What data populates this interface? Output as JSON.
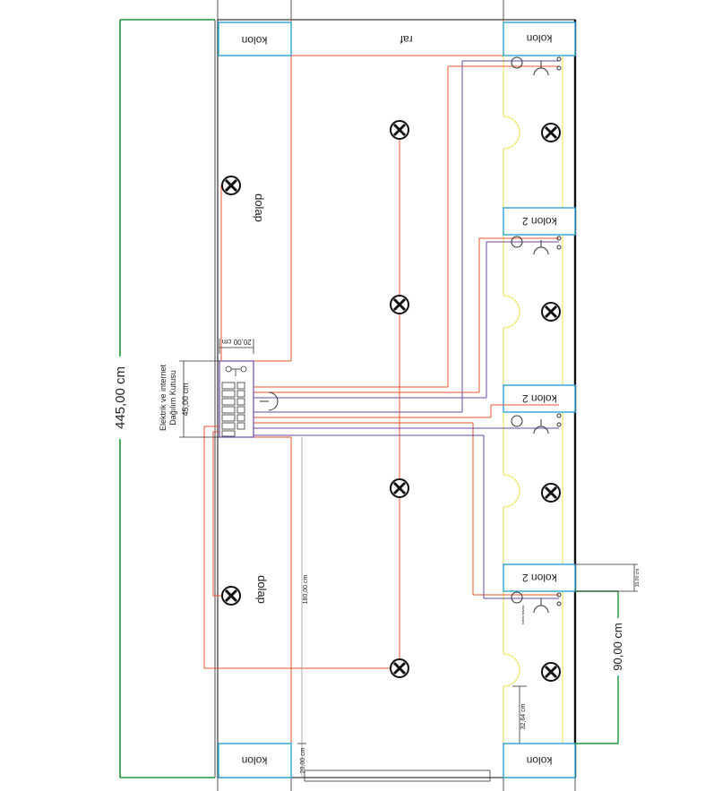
{
  "labels": {
    "kolon": "kolon",
    "kolon_2": "kolon 2",
    "raf": "raf",
    "dolap": "dolap",
    "panel_title_1": "Elektrik ve internet",
    "panel_title_2": "Dağılım  Kutusu"
  },
  "dimensions": {
    "total_height": "445,00 cm",
    "panel_height": "45,00 cm",
    "panel_width": "20,00 cm",
    "side_distance": "90,00 cm",
    "side_small": "15,00 cm",
    "door_line": "180,00 cm",
    "door_bottom": "20,00 cm",
    "inner_small": "32,64 cm",
    "tiny_label": "kablo tavası"
  },
  "colors": {
    "wall": "#333333",
    "kolon_box": "#2aa6d6",
    "electric": "#e8542a",
    "data_cable": "#6a4aa8",
    "dimension_green": "#1a9a3a",
    "shelf_yellow": "#e8e04a"
  }
}
